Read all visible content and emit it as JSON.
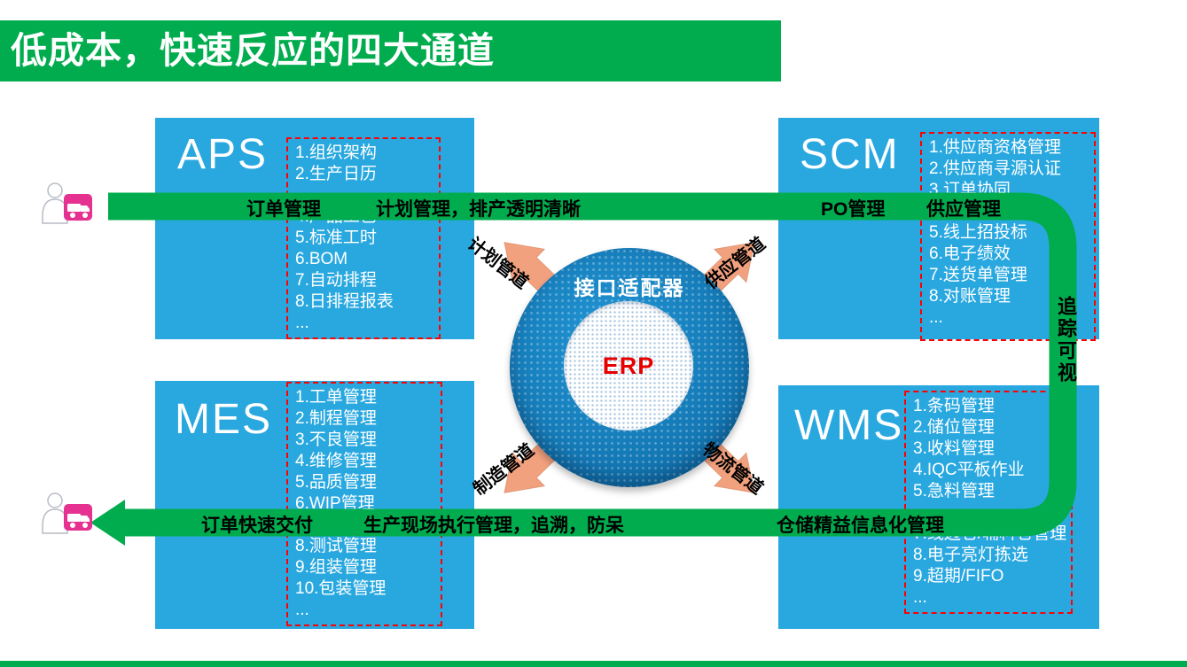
{
  "title": "低成本，快速反应的四大通道",
  "colors": {
    "green": "#00AC4E",
    "module_blue": "#29A8E0",
    "hub_blue": "#1687C9",
    "channel_orange": "#F2A17E",
    "dashed_red": "#FF0000",
    "erp_red": "#E60000",
    "icon_magenta": "#E5318F"
  },
  "hub": {
    "label": "接口适配器",
    "core": "ERP"
  },
  "channels": {
    "plan": "计划管道",
    "supply": "供应管道",
    "manufacture": "制造管道",
    "logistics": "物流管道"
  },
  "flow": {
    "top_left_1": "订单管理",
    "top_left_2": "计划管理，排产透明清晰",
    "top_right_1": "PO管理",
    "top_right_2": "供应管理",
    "bottom_1": "订单快速交付",
    "bottom_2": "生产现场执行管理，追溯，防呆",
    "bottom_3": "仓储精益信息化管理",
    "side_vertical": "追踪可视"
  },
  "modules": {
    "aps": {
      "name": "APS",
      "items": [
        "1.组织架构",
        "2.生产日历",
        "",
        "4.产品工艺",
        "5.标准工时",
        "6.BOM",
        "7.自动排程",
        "8.日排程报表",
        "..."
      ]
    },
    "scm": {
      "name": "SCM",
      "items": [
        "1.供应商资格管理",
        "2.供应商寻源认证",
        "3.订单协同",
        "",
        "5.线上招投标",
        "6.电子绩效",
        "7.送货单管理",
        "8.对账管理",
        "..."
      ]
    },
    "mes": {
      "name": "MES",
      "items": [
        "1.工单管理",
        "2.制程管理",
        "3.不良管理",
        "4.维修管理",
        "5.品质管理",
        "6.WIP管理",
        "",
        "8.测试管理",
        "9.组装管理",
        "10.包装管理",
        "..."
      ]
    },
    "wms": {
      "name": "WMS",
      "items": [
        "1.条码管理",
        "2.储位管理",
        "3.收料管理",
        "4.IQC平板作业",
        "5.急料管理",
        "",
        "7.线边仓/辅料仓管理",
        "8.电子亮灯拣选",
        "9.超期/FIFO",
        "..."
      ]
    }
  }
}
